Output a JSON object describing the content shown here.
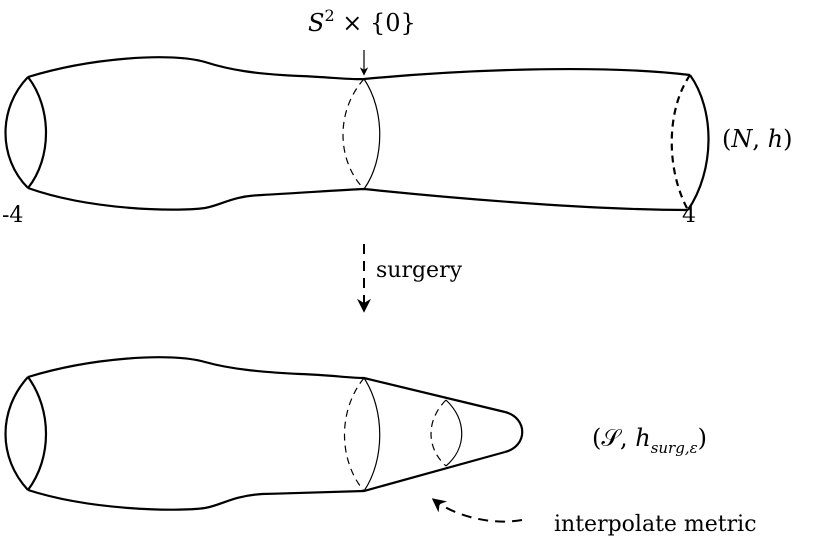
{
  "labels": {
    "top_section": {
      "base": "S",
      "sup": "2",
      "rest": " × {0}"
    },
    "surgery": "surgery",
    "left_end": "-4",
    "right_end": "4",
    "manifold_N": {
      "open": "(",
      "name": "N",
      "comma": ", ",
      "metric": "h",
      "close": ")"
    },
    "manifold_S": {
      "open": "(",
      "name": "𝒮",
      "comma": ", ",
      "metric": "h",
      "sub": "surg,ε",
      "close": ")"
    },
    "interpolate": "interpolate metric"
  }
}
